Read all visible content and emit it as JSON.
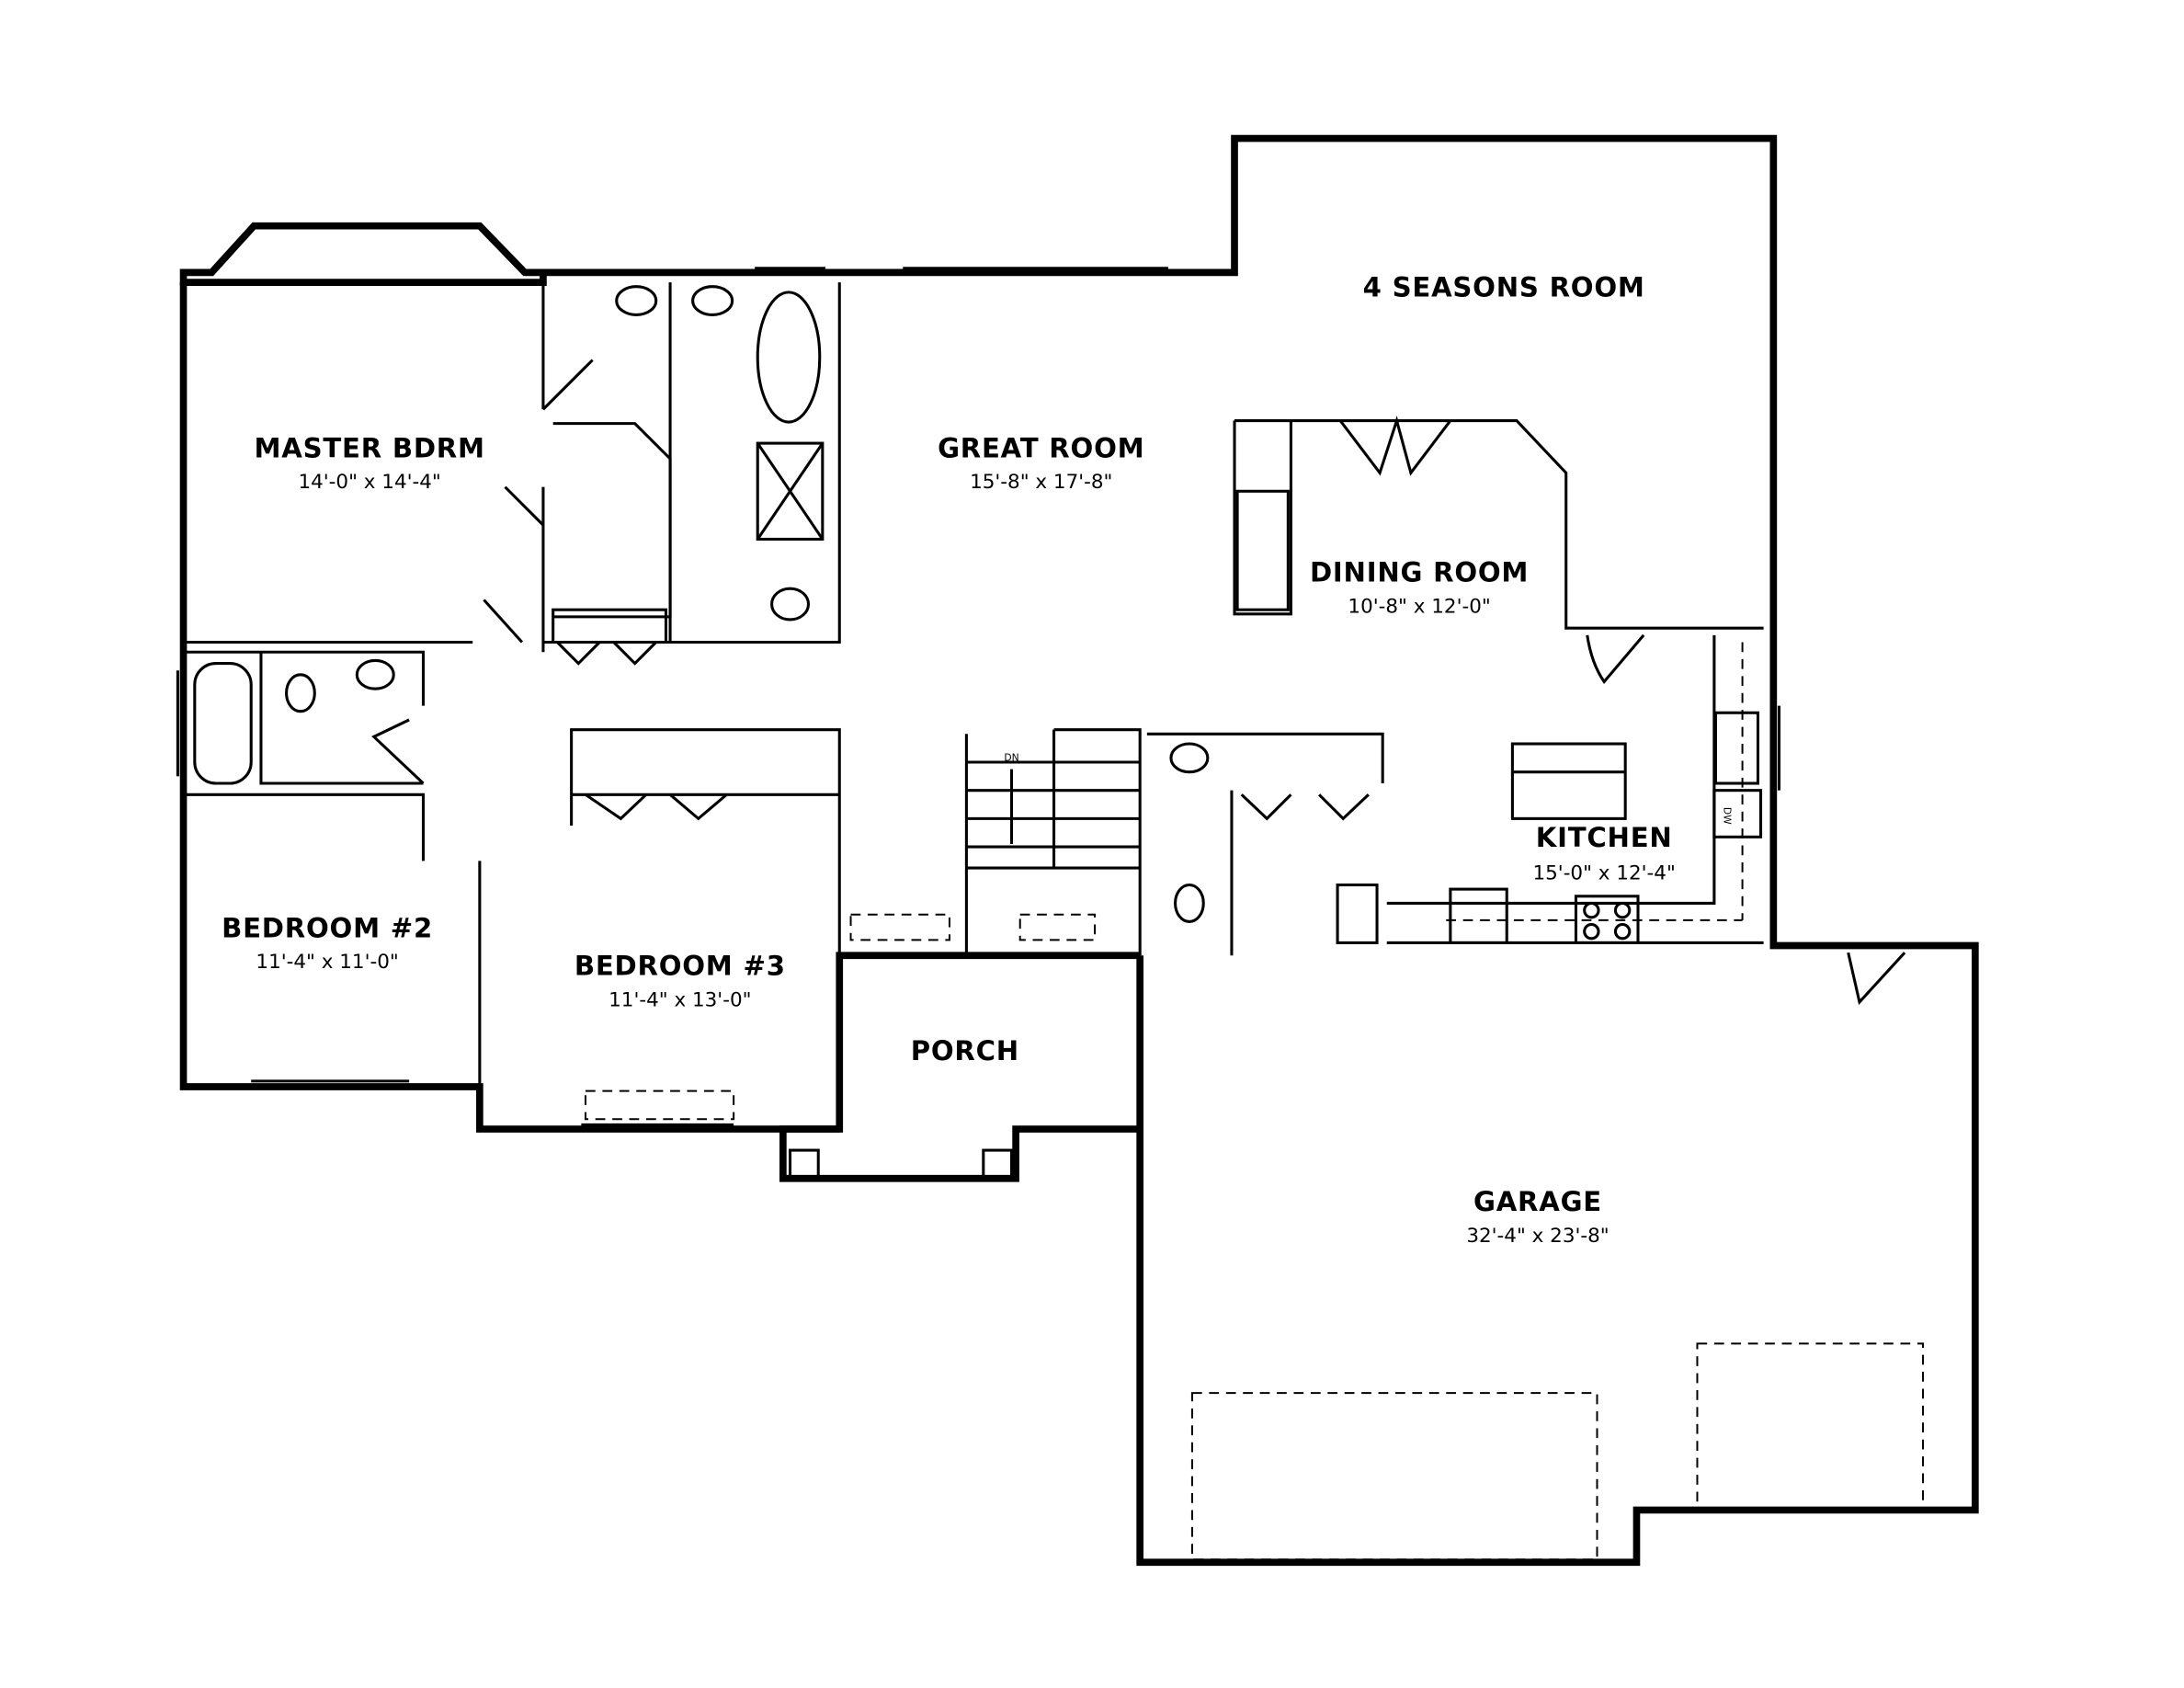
{
  "rooms": {
    "seasons": {
      "name": "4 SEASONS ROOM"
    },
    "master": {
      "name": "MASTER BDRM",
      "size": "14'-0\" x 14'-4\""
    },
    "great": {
      "name": "GREAT ROOM",
      "size": "15'-8\" x 17'-8\""
    },
    "dining": {
      "name": "DINING ROOM",
      "size": "10'-8\" x 12'-0\""
    },
    "kitchen": {
      "name": "KITCHEN",
      "size": "15'-0\" x 12'-4\""
    },
    "bed2": {
      "name": "BEDROOM #2",
      "size": "11'-4\" x 11'-0\""
    },
    "bed3": {
      "name": "BEDROOM #3",
      "size": "11'-4\" x 13'-0\""
    },
    "porch": {
      "name": "PORCH"
    },
    "garage": {
      "name": "GARAGE",
      "size": "32'-4\" x 23'-8\""
    }
  },
  "annotations": {
    "stairs": "DN",
    "dishwasher": "DW"
  }
}
